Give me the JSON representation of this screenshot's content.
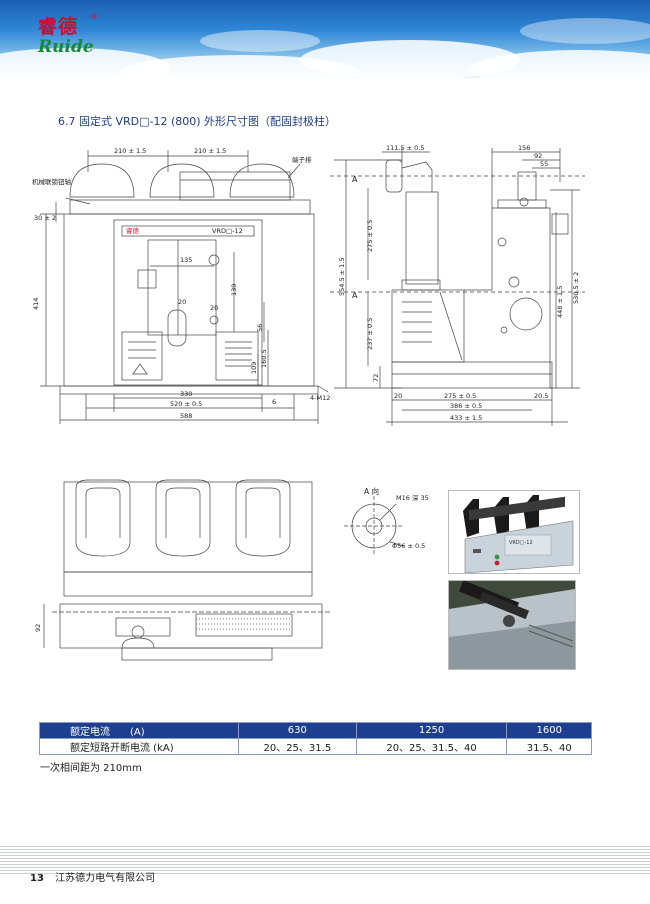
{
  "brand": {
    "name_cn": "睿德",
    "registered": "®",
    "name_en": "Ruide"
  },
  "title": "6.7 固定式 VRD□-12 (800) 外形尺寸图（配固封极柱）",
  "front_view": {
    "dim_top_left": "210 ± 1.5",
    "dim_top_right": "210 ± 1.5",
    "label_terminal": "端子排",
    "label_lock": "机械联锁钮轴",
    "dim_30": "30 ± 2",
    "dim_414": "414",
    "nameplate_logo": "睿德",
    "nameplate_model": "VRD□-12",
    "dim_135": "135",
    "dim_139": "139",
    "dim_20a": "20",
    "dim_20b": "20",
    "dim_56": "56",
    "dim_160": "160.5",
    "dim_109": "109",
    "dim_6": "6",
    "dim_330": "330",
    "dim_520": "520 ± 0.5",
    "dim_588": "588",
    "label_m12": "4-M12"
  },
  "side_view": {
    "label_a_top": "A",
    "label_a_bottom": "A",
    "dim_111": "111.5 ± 0.5",
    "dim_275v": "275 ± 0.5",
    "dim_554": "554.5 ± 1.5",
    "dim_237": "237 ± 0.5",
    "dim_72": "72",
    "dim_20": "20",
    "dim_275h": "275 ± 0.5",
    "dim_20_5": "20.5",
    "dim_386": "386 ± 0.5",
    "dim_433": "433 ± 1.5",
    "dim_156": "156",
    "dim_92": "92",
    "dim_55": "55",
    "dim_448": "448 ± 1.5",
    "dim_530": "530.5 ± 2"
  },
  "detail_a": {
    "title": "A 向",
    "thread": "M16 深 35",
    "diameter": "Φ56 ± 0.5"
  },
  "top_view": {
    "dim_92": "92"
  },
  "photo_panel": {
    "model": "VRD□-12"
  },
  "table": {
    "header": {
      "label": "额定电流　　(A)",
      "c1": "630",
      "c2": "1250",
      "c3": "1600"
    },
    "row": {
      "label": "额定短路开断电流 (kA)",
      "c1": "20、25、31.5",
      "c2": "20、25、31.5、40",
      "c3": "31.5、40"
    }
  },
  "note": "一次相间距为 210mm",
  "footer": {
    "page": "13",
    "company": "江苏德力电气有限公司"
  },
  "colors": {
    "banner_blue": "#1a5fb4",
    "logo_red": "#c8102e",
    "logo_green": "#118a3a",
    "table_head": "#1e3f8f",
    "title_blue": "#1f3c88"
  }
}
